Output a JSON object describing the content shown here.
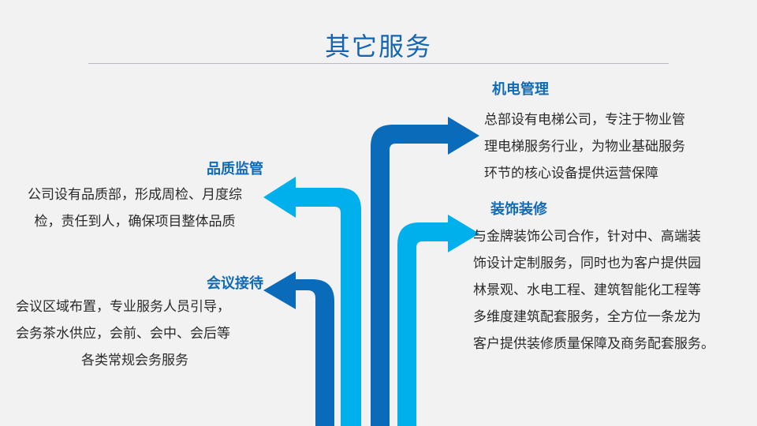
{
  "page": {
    "title": "其它服务"
  },
  "colors": {
    "dark_blue": "#0a6bba",
    "light_blue": "#00b0ec",
    "heading": "#0f6ab8",
    "title": "#1565b3"
  },
  "sections": {
    "quality": {
      "heading": "品质监管",
      "lines": [
        "公司设有品质部，形成周检、月度综",
        "检，责任到人，确保项目整体品质"
      ]
    },
    "meeting": {
      "heading": "会议接待",
      "lines": [
        "会议区域布置，专业服务人员引导，",
        "会务茶水供应，会前、会中、会后等",
        "各类常规会务服务"
      ]
    },
    "mep": {
      "heading": "机电管理",
      "lines": [
        "总部设有电梯公司，专注于物业管",
        "理电梯服务行业，为物业基础服务",
        "环节的核心设备提供运营保障"
      ]
    },
    "deco": {
      "heading": "装饰装修",
      "lines": [
        "与金牌装饰公司合作，针对中、高端装",
        "饰设计定制服务，同时也为客户提供园",
        "林景观、水电工程、建筑智能化工程等",
        "多维度建筑配套服务，全方位一条龙为",
        "客户提供装修质量保障及商务配套服务。"
      ]
    }
  }
}
